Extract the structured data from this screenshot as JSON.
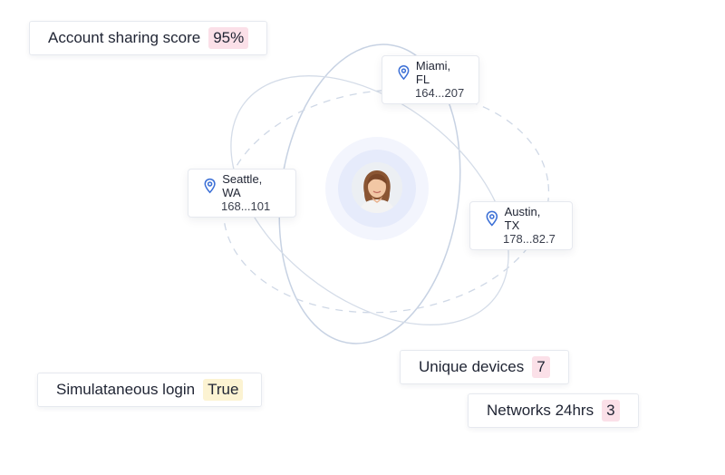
{
  "cards": {
    "account_sharing": {
      "label": "Account sharing score",
      "value": "95%"
    },
    "simultaneous_login": {
      "label": "Simulataneous login",
      "value": "True"
    },
    "unique_devices": {
      "label": "Unique devices",
      "value": "7"
    },
    "networks": {
      "label": "Networks 24hrs",
      "value": "3"
    }
  },
  "locations": [
    {
      "city": "Miami, FL",
      "ip": "164...207"
    },
    {
      "city": "Seattle, WA",
      "ip": "168...101"
    },
    {
      "city": "Austin, TX",
      "ip": "178...82.7"
    }
  ],
  "colors": {
    "accent_pin": "#3b6fd6",
    "badge_pink": "#fbe0e8",
    "badge_yellow": "#fcf3d2",
    "orbit": "#c9d3e2"
  },
  "icons": [
    "location-pin-icon",
    "user-avatar"
  ]
}
